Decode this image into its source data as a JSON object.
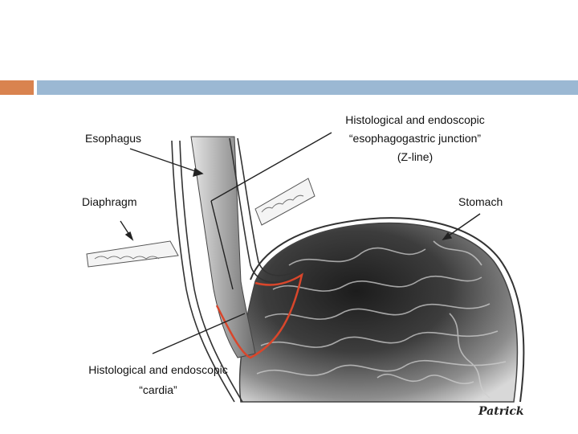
{
  "labels": {
    "esophagus": "Esophagus",
    "diaphragm": "Diaphragm",
    "z_line": [
      "Histological and endoscopic",
      "“esophagogastric junction”",
      "(Z-line)"
    ],
    "stomach": "Stomach",
    "cardia": [
      "Histological and endoscopic",
      "“cardia”"
    ]
  },
  "signature": "Patrick",
  "colors": {
    "accent": "#d9834f",
    "title_bar": "#9bb8d3",
    "junction_outline": "#d9462b"
  }
}
